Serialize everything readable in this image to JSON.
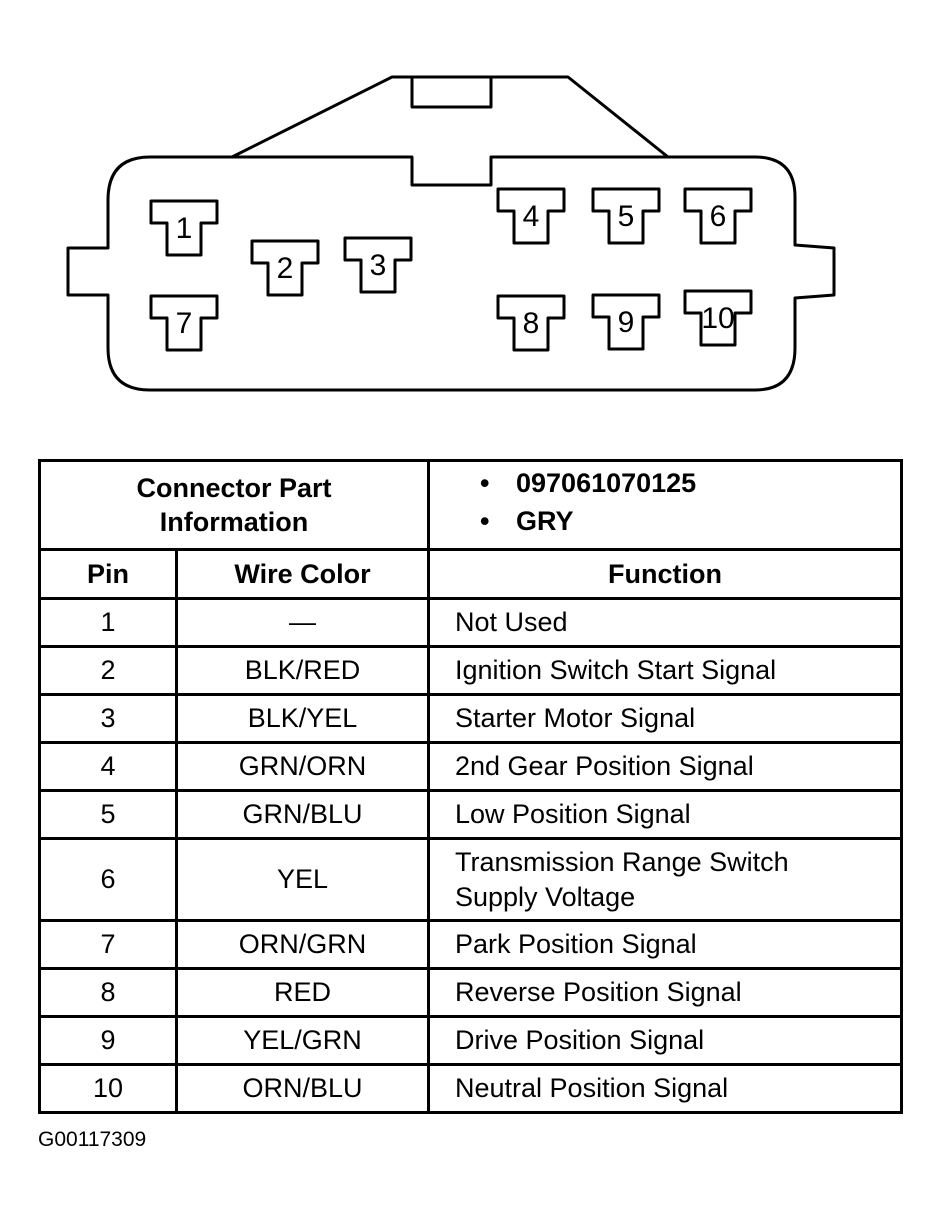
{
  "connector": {
    "pins": [
      "1",
      "2",
      "3",
      "4",
      "5",
      "6",
      "7",
      "8",
      "9",
      "10"
    ]
  },
  "table": {
    "part_info_label_line1": "Connector Part",
    "part_info_label_line2": "Information",
    "part_info_items": [
      "097061070125",
      "GRY"
    ],
    "headers": {
      "pin": "Pin",
      "wire_color": "Wire Color",
      "function": "Function"
    },
    "rows": [
      {
        "pin": "1",
        "wire_color": "—",
        "function": "Not Used"
      },
      {
        "pin": "2",
        "wire_color": "BLK/RED",
        "function": "Ignition Switch Start Signal"
      },
      {
        "pin": "3",
        "wire_color": "BLK/YEL",
        "function": "Starter Motor Signal"
      },
      {
        "pin": "4",
        "wire_color": "GRN/ORN",
        "function": "2nd Gear Position Signal"
      },
      {
        "pin": "5",
        "wire_color": "GRN/BLU",
        "function": "Low Position Signal"
      },
      {
        "pin": "6",
        "wire_color": "YEL",
        "function": "Transmission Range Switch",
        "function_line2": "Supply Voltage"
      },
      {
        "pin": "7",
        "wire_color": "ORN/GRN",
        "function": "Park Position Signal"
      },
      {
        "pin": "8",
        "wire_color": "RED",
        "function": "Reverse Position Signal"
      },
      {
        "pin": "9",
        "wire_color": "YEL/GRN",
        "function": "Drive Position Signal"
      },
      {
        "pin": "10",
        "wire_color": "ORN/BLU",
        "function": "Neutral Position Signal"
      }
    ]
  },
  "figure_id": "G00117309"
}
